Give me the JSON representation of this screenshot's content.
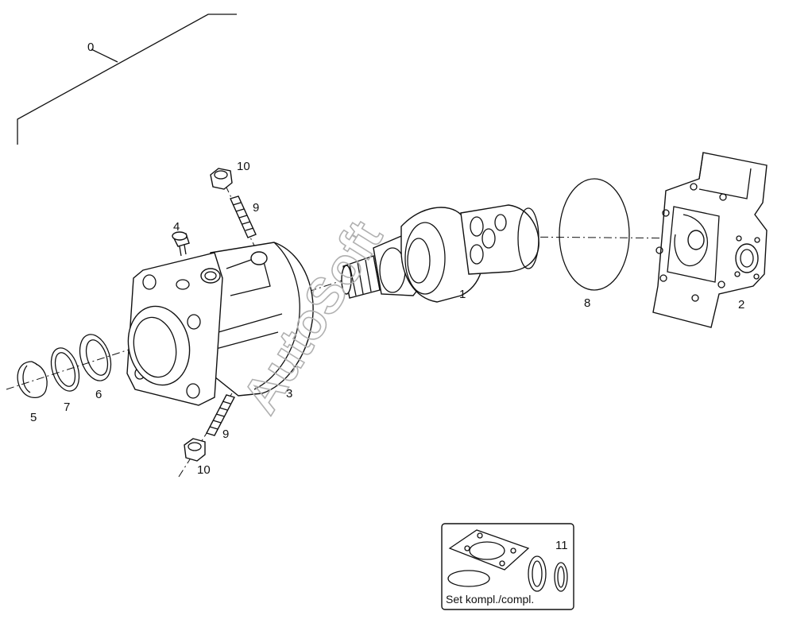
{
  "labels": {
    "p0": "0",
    "p1": "1",
    "p2": "2",
    "p3": "3",
    "p4": "4",
    "p5": "5",
    "p6": "6",
    "p7": "7",
    "p8": "8",
    "p9_top": "9",
    "p9_bottom": "9",
    "p10_top": "10",
    "p10_bottom": "10",
    "p11": "11"
  },
  "set_box": {
    "caption": "Set kompl./compl."
  },
  "watermark": "AutoSoft"
}
